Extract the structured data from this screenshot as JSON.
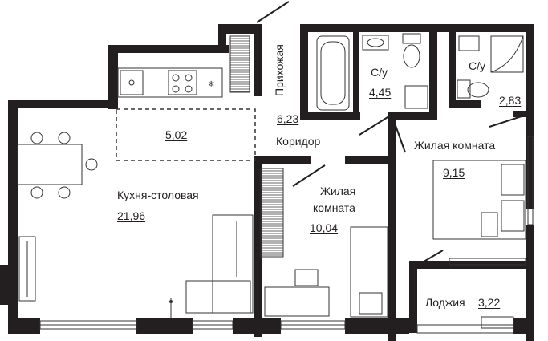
{
  "rooms": {
    "kitchen": {
      "name": "Кухня-столовая",
      "area": "21,96"
    },
    "kitchen_zone": {
      "area": "5,02"
    },
    "hall": {
      "name": "Прихожая",
      "area": "6,23"
    },
    "corridor": {
      "name": "Коридор"
    },
    "bath1": {
      "name": "С/у",
      "area": "4,45"
    },
    "bath2": {
      "name": "С/у",
      "area": "2,83"
    },
    "bedroom_small": {
      "name_line1": "Жилая",
      "name_line2": "комната",
      "area": "10,04"
    },
    "bedroom_big": {
      "name": "Жилая комната",
      "area": "9,15"
    },
    "loggia": {
      "name": "Лоджия",
      "area": "3,22"
    }
  },
  "colors": {
    "wall": "#231f20",
    "line": "#333333",
    "background": "#ffffff"
  },
  "icons": [
    "sink-icon",
    "stove-icon",
    "bathtub-icon",
    "toilet-icon",
    "shower-icon",
    "washbasin-icon",
    "dining-table-icon",
    "sofa-icon",
    "bed-icon",
    "desk-icon",
    "wardrobe-icon"
  ]
}
